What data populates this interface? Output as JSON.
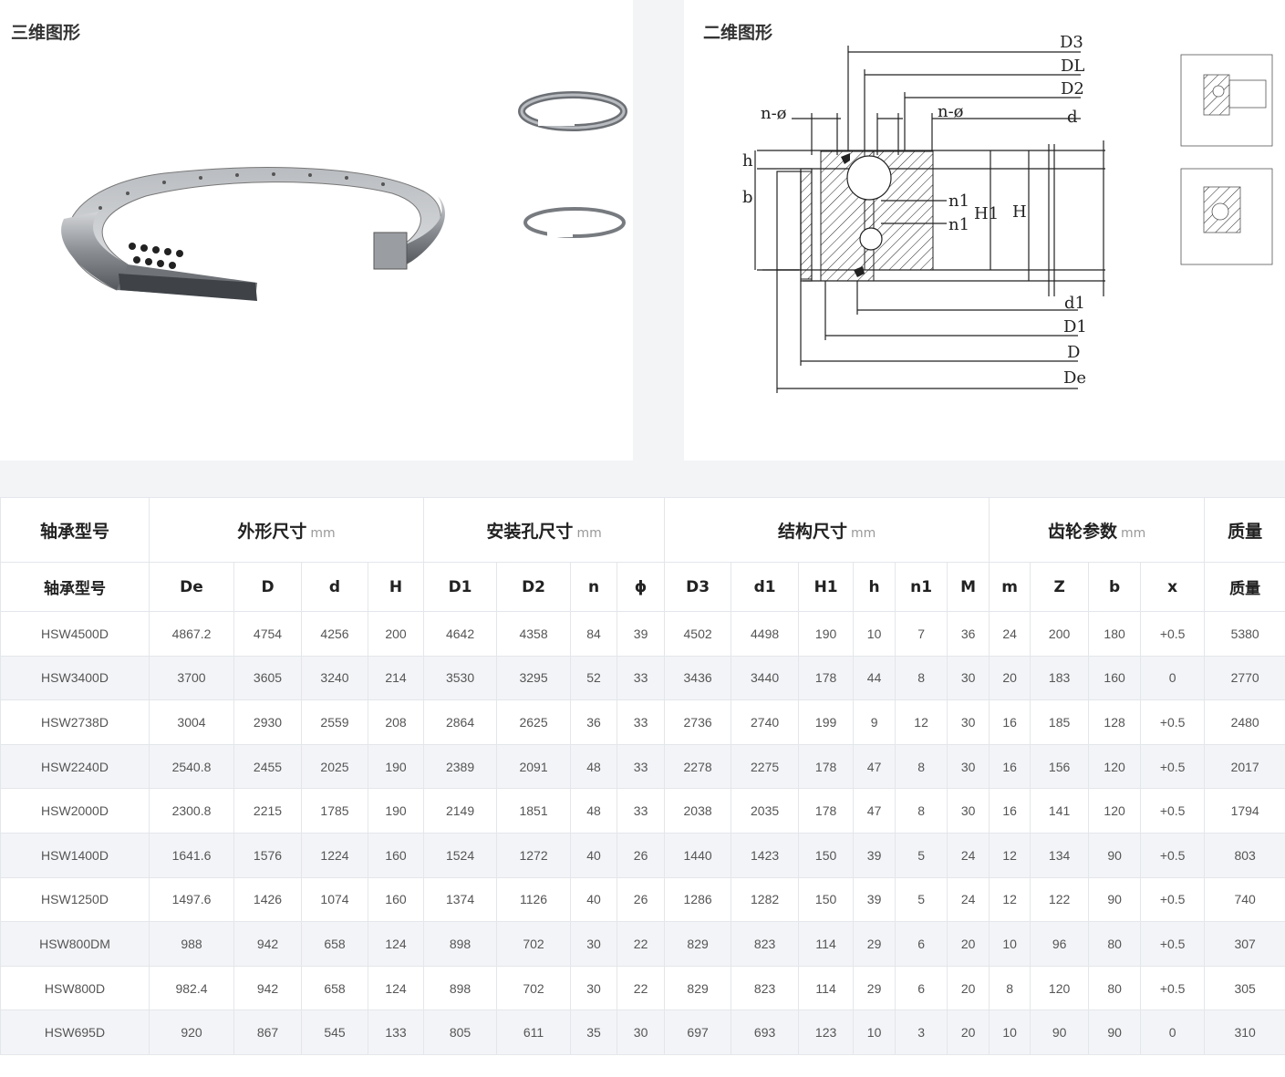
{
  "panels": {
    "three_d_title": "三维图形",
    "two_d_title": "二维图形"
  },
  "drawing_labels": {
    "D3": "D3",
    "DL": "DL",
    "D2": "D2",
    "d": "d",
    "n_phi_left": "n-ø",
    "n_phi_right": "n-ø",
    "h": "h",
    "b": "b",
    "n1_top": "n1",
    "n1_bottom": "n1",
    "H1": "H1",
    "H": "H",
    "d1": "d1",
    "D1": "D1",
    "D": "D",
    "De": "De"
  },
  "table": {
    "groups": [
      {
        "label": "轴承型号",
        "unit": ""
      },
      {
        "label": "外形尺寸",
        "unit": "mm"
      },
      {
        "label": "安装孔尺寸",
        "unit": "mm"
      },
      {
        "label": "结构尺寸",
        "unit": "mm"
      },
      {
        "label": "齿轮参数",
        "unit": "mm"
      },
      {
        "label": "质量",
        "unit": ""
      }
    ],
    "columns": [
      "轴承型号",
      "De",
      "D",
      "d",
      "H",
      "D1",
      "D2",
      "n",
      "ϕ",
      "D3",
      "d1",
      "H1",
      "h",
      "n1",
      "M",
      "m",
      "Z",
      "b",
      "x",
      "质量"
    ],
    "rows": [
      [
        "HSW4500D",
        "4867.2",
        "4754",
        "4256",
        "200",
        "4642",
        "4358",
        "84",
        "39",
        "4502",
        "4498",
        "190",
        "10",
        "7",
        "36",
        "24",
        "200",
        "180",
        "+0.5",
        "5380"
      ],
      [
        "HSW3400D",
        "3700",
        "3605",
        "3240",
        "214",
        "3530",
        "3295",
        "52",
        "33",
        "3436",
        "3440",
        "178",
        "44",
        "8",
        "30",
        "20",
        "183",
        "160",
        "0",
        "2770"
      ],
      [
        "HSW2738D",
        "3004",
        "2930",
        "2559",
        "208",
        "2864",
        "2625",
        "36",
        "33",
        "2736",
        "2740",
        "199",
        "9",
        "12",
        "30",
        "16",
        "185",
        "128",
        "+0.5",
        "2480"
      ],
      [
        "HSW2240D",
        "2540.8",
        "2455",
        "2025",
        "190",
        "2389",
        "2091",
        "48",
        "33",
        "2278",
        "2275",
        "178",
        "47",
        "8",
        "30",
        "16",
        "156",
        "120",
        "+0.5",
        "2017"
      ],
      [
        "HSW2000D",
        "2300.8",
        "2215",
        "1785",
        "190",
        "2149",
        "1851",
        "48",
        "33",
        "2038",
        "2035",
        "178",
        "47",
        "8",
        "30",
        "16",
        "141",
        "120",
        "+0.5",
        "1794"
      ],
      [
        "HSW1400D",
        "1641.6",
        "1576",
        "1224",
        "160",
        "1524",
        "1272",
        "40",
        "26",
        "1440",
        "1423",
        "150",
        "39",
        "5",
        "24",
        "12",
        "134",
        "90",
        "+0.5",
        "803"
      ],
      [
        "HSW1250D",
        "1497.6",
        "1426",
        "1074",
        "160",
        "1374",
        "1126",
        "40",
        "26",
        "1286",
        "1282",
        "150",
        "39",
        "5",
        "24",
        "12",
        "122",
        "90",
        "+0.5",
        "740"
      ],
      [
        "HSW800DM",
        "988",
        "942",
        "658",
        "124",
        "898",
        "702",
        "30",
        "22",
        "829",
        "823",
        "114",
        "29",
        "6",
        "20",
        "10",
        "96",
        "80",
        "+0.5",
        "307"
      ],
      [
        "HSW800D",
        "982.4",
        "942",
        "658",
        "124",
        "898",
        "702",
        "30",
        "22",
        "829",
        "823",
        "114",
        "29",
        "6",
        "20",
        "8",
        "120",
        "80",
        "+0.5",
        "305"
      ],
      [
        "HSW695D",
        "920",
        "867",
        "545",
        "133",
        "805",
        "611",
        "35",
        "30",
        "697",
        "693",
        "123",
        "10",
        "3",
        "20",
        "10",
        "90",
        "90",
        "0",
        "310"
      ]
    ]
  }
}
